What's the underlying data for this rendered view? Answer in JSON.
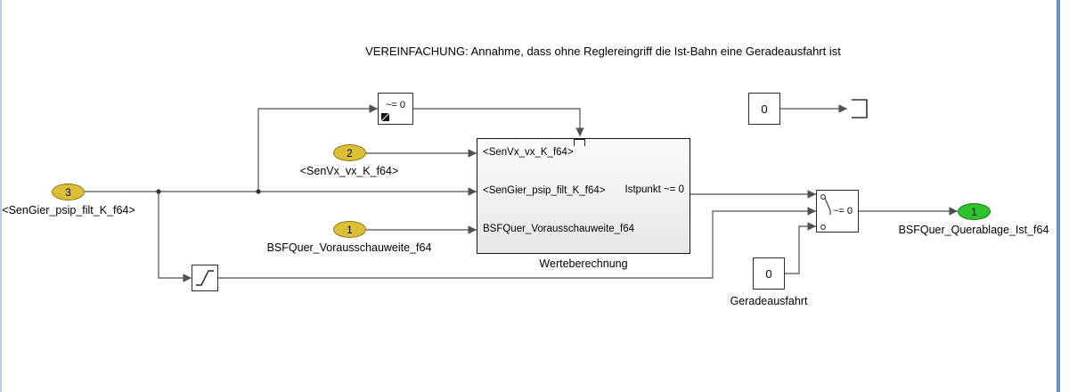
{
  "annotation": "VEREINFACHUNG: Annahme, dass ohne Reglereingriff die Ist-Bahn eine Geradeausfahrt ist",
  "inports": {
    "gier": {
      "number": "3",
      "label": "<SenGier_psip_filt_K_f64>"
    },
    "vx": {
      "number": "2",
      "label": "<SenVx_vx_K_f64>"
    },
    "vorausschau": {
      "number": "1",
      "label": "BSFQuer_Vorausschauweite_f64"
    }
  },
  "outport": {
    "number": "1",
    "label": "BSFQuer_Querablage_Ist_f64"
  },
  "blocks": {
    "compare": {
      "label": "~= 0"
    },
    "subsystem": {
      "name": "Werteberechnung",
      "inputs": [
        "<SenVx_vx_K_f64>",
        "<SenGier_psip_filt_K_f64>",
        "BSFQuer_Vorausschauweite_f64"
      ],
      "output": "Istpunkt ~= 0"
    },
    "constant_top": {
      "value": "0"
    },
    "constant_straight": {
      "value": "0",
      "name": "Geradeausfahrt"
    },
    "switch": {
      "criteria": "~= 0"
    }
  },
  "colors": {
    "inport_fill": "#DDBF35",
    "outport_fill": "#2EC22E",
    "wire": "#4F4F4F"
  }
}
